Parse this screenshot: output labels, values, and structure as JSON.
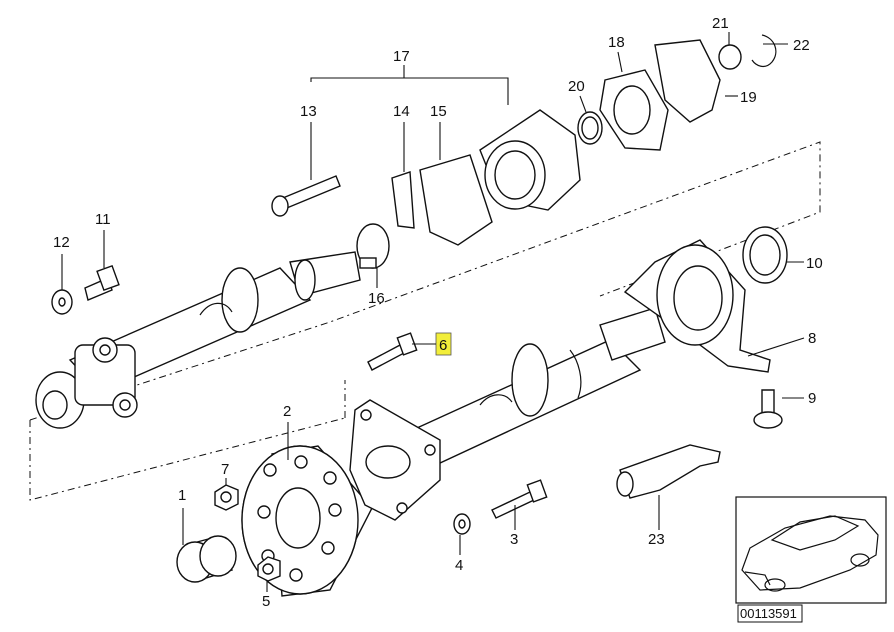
{
  "callouts": {
    "c1": "1",
    "c2": "2",
    "c3": "3",
    "c4": "4",
    "c5": "5",
    "c6": "6",
    "c7": "7",
    "c8": "8",
    "c9": "9",
    "c10": "10",
    "c11": "11",
    "c12": "12",
    "c13": "13",
    "c14": "14",
    "c15": "15",
    "c16": "16",
    "c17": "17",
    "c18": "18",
    "c19": "19",
    "c20": "20",
    "c21": "21",
    "c22": "22",
    "c23": "23"
  },
  "highlight_color": "#f2ee3a",
  "image_id_text": "00113591",
  "thumbnail_icon": "car-outline-icon"
}
